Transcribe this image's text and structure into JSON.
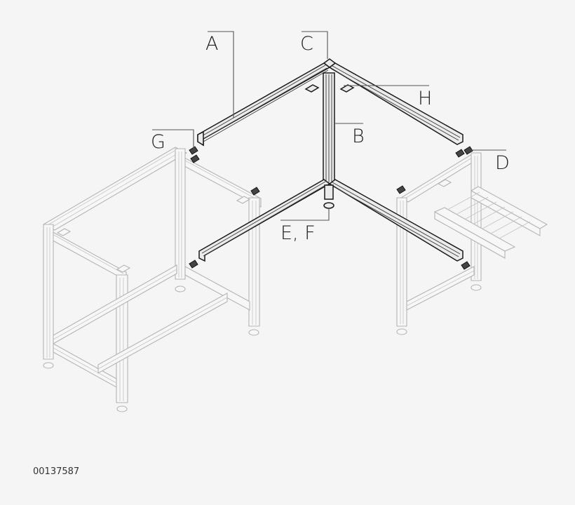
{
  "diagram": {
    "type": "exploded assembly drawing",
    "subject": "corner connection of aluminum profile frames with roller conveyor",
    "labels": {
      "A": "A",
      "B": "B",
      "C": "C",
      "D": "D",
      "EF": "E, F",
      "G": "G",
      "H": "H"
    },
    "document_id": "00137587",
    "colors": {
      "background": "#f5f5f5",
      "highlighted_parts": "#1a1a1a",
      "context_parts": "#b4b4b4",
      "leader_lines": "#555555"
    }
  }
}
